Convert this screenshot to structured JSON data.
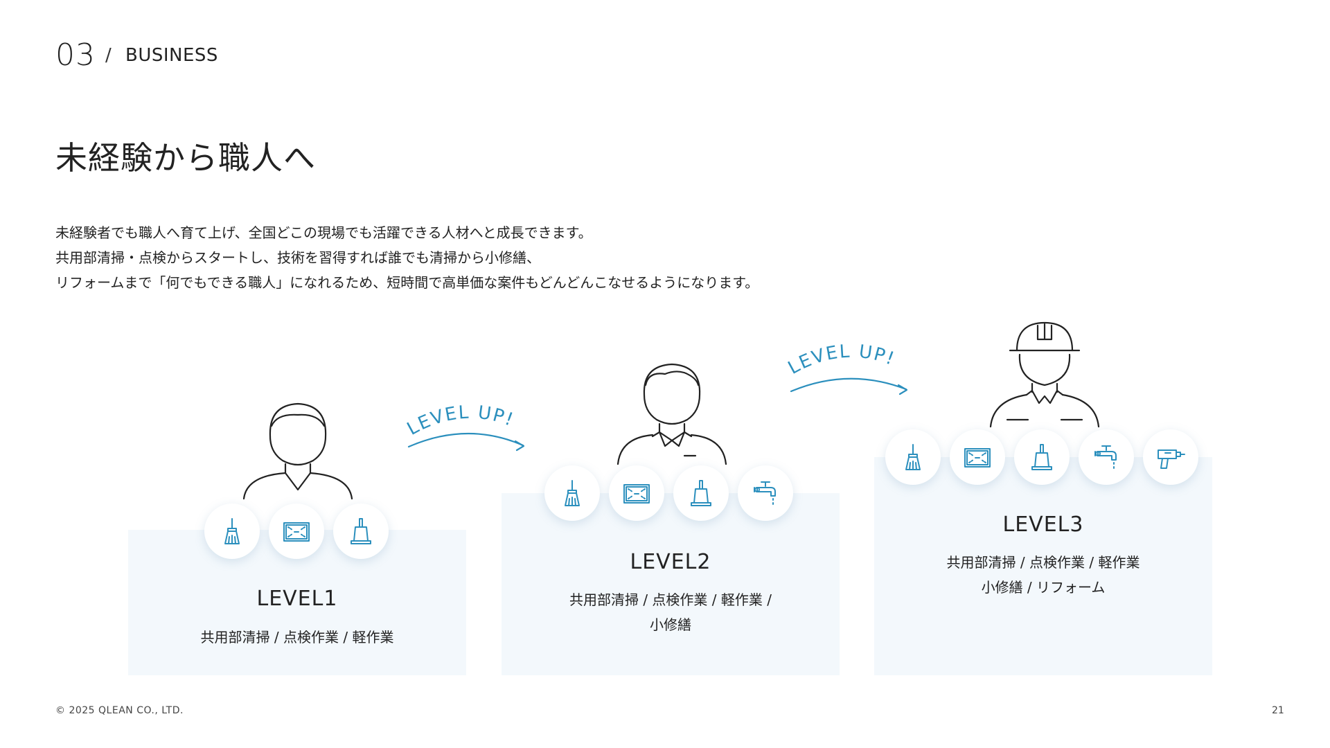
{
  "header": {
    "section_number": "03",
    "slash": "/",
    "section_label": "BUSINESS"
  },
  "title": "未経験から職人へ",
  "description": [
    "未経験者でも職人へ育て上げ、全国どこの現場でも活躍できる人材へと成長できます。",
    "共用部清掃・点検からスタートし、技術を習得すれば誰でも清掃から小修繕、",
    "リフォームまで「何でもできる職人」になれるため、短時間で高単価な案件もどんどんこなせるようになります。"
  ],
  "levels": [
    {
      "title": "LEVEL1",
      "tasks": [
        "共用部清掃 / 点検作業 / 軽作業"
      ],
      "icons": [
        "broom-icon",
        "window-icon",
        "dustpan-icon"
      ]
    },
    {
      "title": "LEVEL2",
      "tasks": [
        "共用部清掃 / 点検作業 / 軽作業 /",
        "小修繕"
      ],
      "icons": [
        "broom-icon",
        "window-icon",
        "dustpan-icon",
        "faucet-icon"
      ]
    },
    {
      "title": "LEVEL3",
      "tasks": [
        "共用部清掃 / 点検作業 / 軽作業",
        "小修繕 / リフォーム"
      ],
      "icons": [
        "broom-icon",
        "window-icon",
        "dustpan-icon",
        "faucet-icon",
        "drill-icon"
      ]
    }
  ],
  "level_up_label": "LEVEL UP!",
  "colors": {
    "accent": "#2b8fbd",
    "panel": "#f3f8fc",
    "text": "#222222"
  },
  "footer": {
    "copyright": "© 2025 QLEAN CO., LTD.",
    "page_number": "21"
  }
}
